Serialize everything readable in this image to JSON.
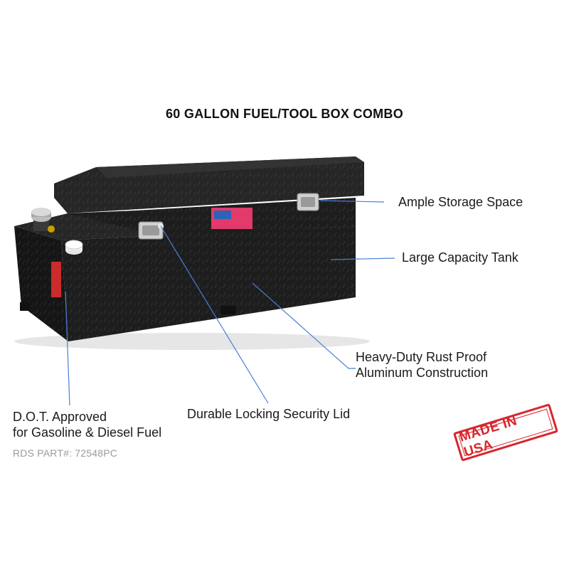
{
  "title": "60 GALLON FUEL/TOOL BOX COMBO",
  "callouts": {
    "storage": "Ample Storage Space",
    "tank": "Large Capacity Tank",
    "construction_line1": "Heavy-Duty Rust Proof",
    "construction_line2": "Aluminum Construction",
    "lid": "Durable Locking Security Lid",
    "dot_line1": "D.O.T. Approved",
    "dot_line2": "for Gasoline & Diesel Fuel"
  },
  "part_number": "RDS PART#: 72548PC",
  "stamp": "MADE IN USA",
  "colors": {
    "callout_line": "#4a7fd6",
    "stamp_red": "#d7262d",
    "body_black": "#1c1c1c"
  }
}
